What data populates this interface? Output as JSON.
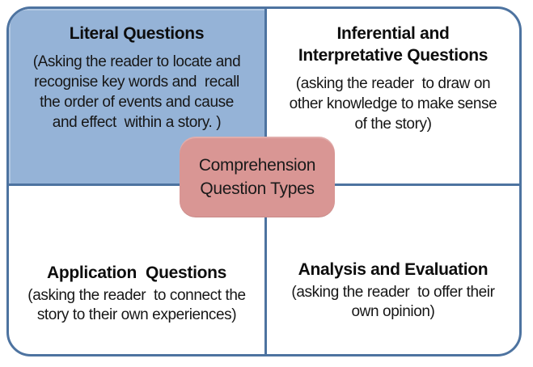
{
  "diagram": {
    "type": "quadrant-matrix",
    "center": {
      "lines": [
        "Comprehension",
        "Question Types"
      ]
    },
    "quadrants": [
      {
        "id": "literal",
        "title_lines": [
          "Literal Questions"
        ],
        "body_lines": [
          "(Asking the reader to locate and",
          "recognise key words and  recall",
          "the order of events and cause",
          "and effect  within a story. )"
        ]
      },
      {
        "id": "inferential-interpretative",
        "title_lines": [
          "Inferential and",
          "Interpretative Questions"
        ],
        "body_lines": [
          "(asking the reader  to draw on",
          "other knowledge to make sense",
          "of the story)"
        ]
      },
      {
        "id": "application",
        "title_lines": [
          "Application  Questions"
        ],
        "body_lines": [
          "(asking the reader  to connect the",
          "story to their own experiences)"
        ]
      },
      {
        "id": "analysis-evaluation",
        "title_lines": [
          "Analysis and Evaluation"
        ],
        "body_lines": [
          "(asking the reader  to offer their",
          "own opinion)"
        ]
      }
    ],
    "colors": {
      "line": "#4d73a0",
      "quadrant_fill": "#95b3d7",
      "center_fill": "#d99694",
      "text": "#161616"
    }
  }
}
